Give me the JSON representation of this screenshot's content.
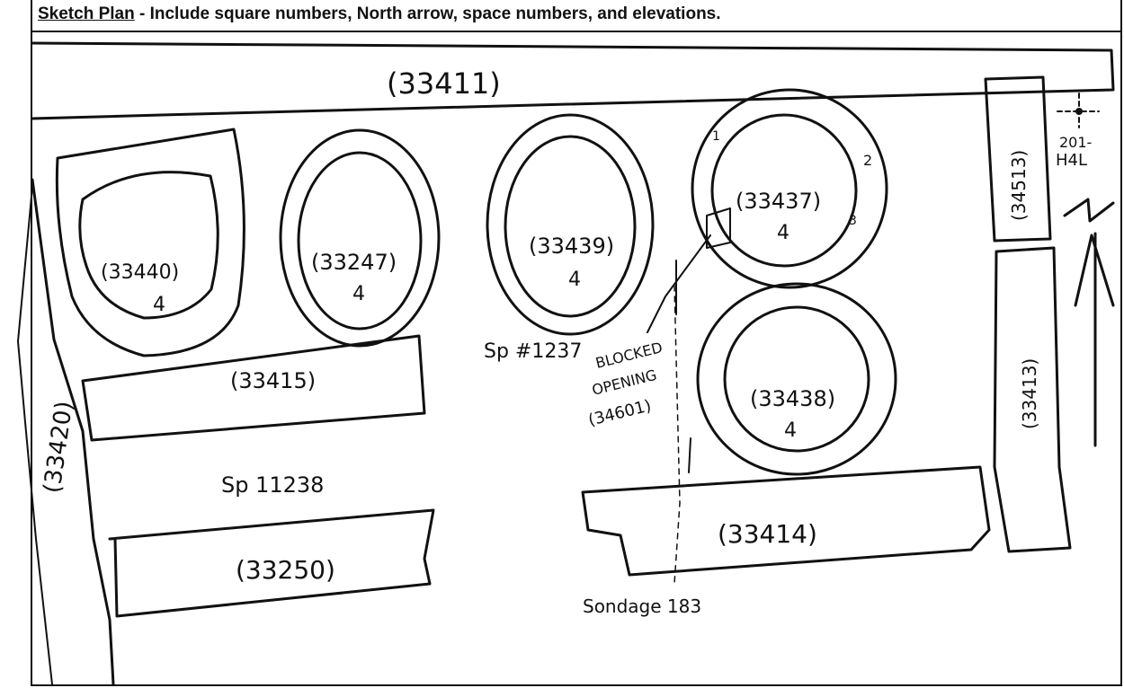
{
  "header": {
    "title_underlined": "Sketch Plan",
    "title_rest": " - Include square numbers, North arrow, space numbers, and elevations."
  },
  "walls": {
    "w33411": "(33411)",
    "w33415": "(33415)",
    "w33250": "(33250)",
    "w33414": "(33414)",
    "w33420": "(33420)",
    "w33413": "(33413)",
    "w34513": "(34513)"
  },
  "features": {
    "f33440": "(33440)",
    "f33247": "(33247)",
    "f33439": "(33439)",
    "f33437": "(33437)",
    "f33438": "(33438)",
    "level": "4"
  },
  "spaces": {
    "sp11237": "Sp #1237",
    "sp11238": "Sp 11238"
  },
  "annotations": {
    "blocked_1": "BLOCKED",
    "blocked_2": "OPENING",
    "blocked_3": "(34601)",
    "sondage": "Sondage 183",
    "grid_1": "201-",
    "grid_2": "H4L",
    "n1": "1",
    "n2": "2",
    "n3": "3"
  }
}
